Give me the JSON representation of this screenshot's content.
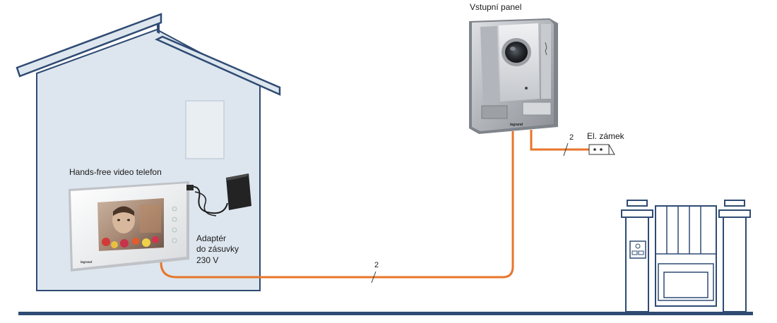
{
  "labels": {
    "entry_panel": "Vstupní panel",
    "lock": "El. zámek",
    "handsfree": "Hands-free video telefon",
    "adapter_line1": "Adaptér",
    "adapter_line2": "do zásuvky",
    "adapter_line3": "230 V",
    "wire_count_main": "2",
    "wire_count_lock": "2",
    "brand_panel": "legrand",
    "brand_monitor": "legrand"
  },
  "colors": {
    "house_fill": "#dde6ee",
    "house_outline": "#2f4b73",
    "ground": "#2f4b73",
    "wire": "#e8752a",
    "panel_silver": "#b9bcc1",
    "monitor_white": "#f4f4f4"
  }
}
